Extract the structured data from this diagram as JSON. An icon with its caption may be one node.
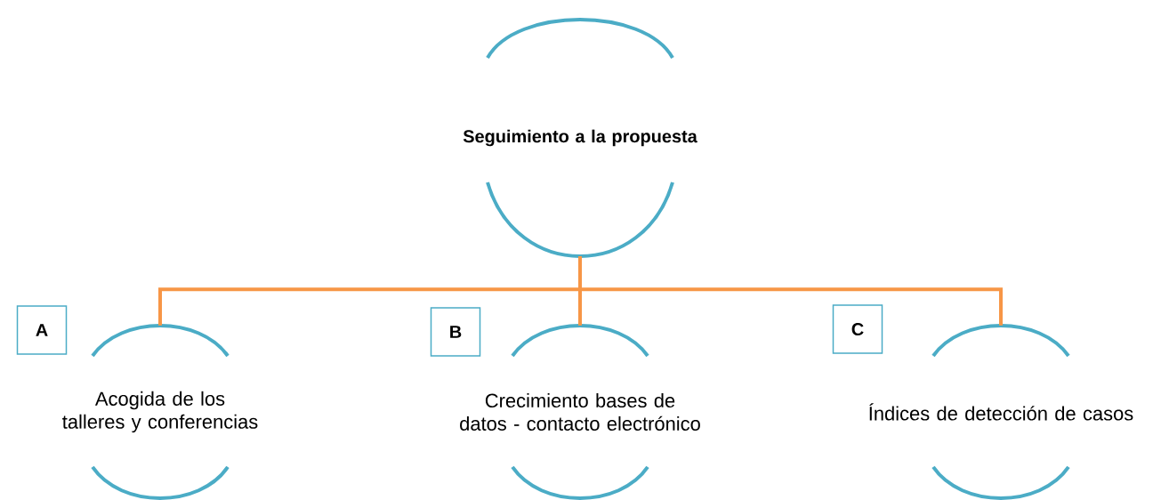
{
  "diagram": {
    "nodes": [
      {
        "text": [
          "Seguimiento a la propuesta"
        ]
      },
      {
        "text": [
          "A"
        ]
      },
      {
        "text": [
          "Acogida de los talleres y conferencias"
        ]
      },
      {
        "text": [
          "B"
        ]
      },
      {
        "text": [
          "Crecimiento bases de datos - contacto electrónico"
        ]
      },
      {
        "text": [
          "C"
        ]
      },
      {
        "text": [
          "Índices de detección de casos"
        ]
      }
    ],
    "edges": [
      {
        "from": 0,
        "to": 2,
        "arrow": "none"
      },
      {
        "from": 0,
        "to": 4,
        "arrow": "none"
      },
      {
        "from": 0,
        "to": 6,
        "arrow": "none"
      }
    ]
  }
}
